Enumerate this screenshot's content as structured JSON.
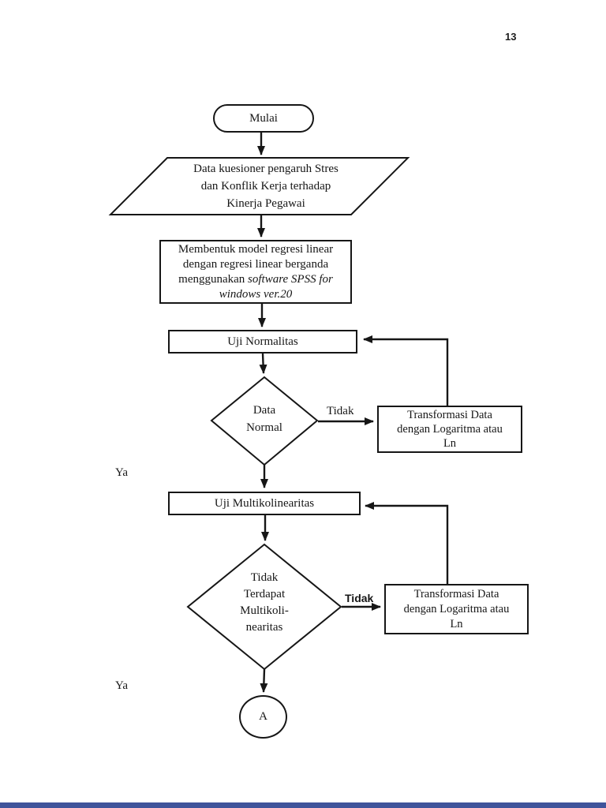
{
  "page": {
    "number": "13"
  },
  "colors": {
    "ink": "#161616",
    "footer_bar": "#3f549b"
  },
  "flowchart": {
    "start_label": "Mulai",
    "data_input": {
      "lines": [
        "Data kuesioner pengaruh Stres",
        "dan Konflik Kerja terhadap",
        "Kinerja Pegawai"
      ]
    },
    "process_model": {
      "line1": "Membentuk model regresi linear",
      "line2": "dengan regresi linear berganda",
      "line3_prefix": "menggunakan ",
      "line3_italic": "software SPSS for",
      "line4_italic": "windows ver.20"
    },
    "normality_test_label": "Uji Normalitas",
    "decision_normal": {
      "lines": [
        "Data",
        "Normal"
      ]
    },
    "branch_no_1": "Tidak",
    "branch_yes_1": "Ya",
    "transform_1": {
      "lines": [
        "Transformasi Data",
        "dengan Logaritma atau",
        "Ln"
      ]
    },
    "multicollinearity_test_label": "Uji Multikolinearitas",
    "decision_multicollinearity": {
      "lines": [
        "Tidak",
        "Terdapat",
        "Multikoli-",
        "nearitas"
      ]
    },
    "branch_no_2": "Tidak",
    "branch_yes_2": "Ya",
    "transform_2": {
      "lines": [
        "Transformasi Data",
        "dengan Logaritma atau",
        "Ln"
      ]
    },
    "connector_label": "A"
  }
}
